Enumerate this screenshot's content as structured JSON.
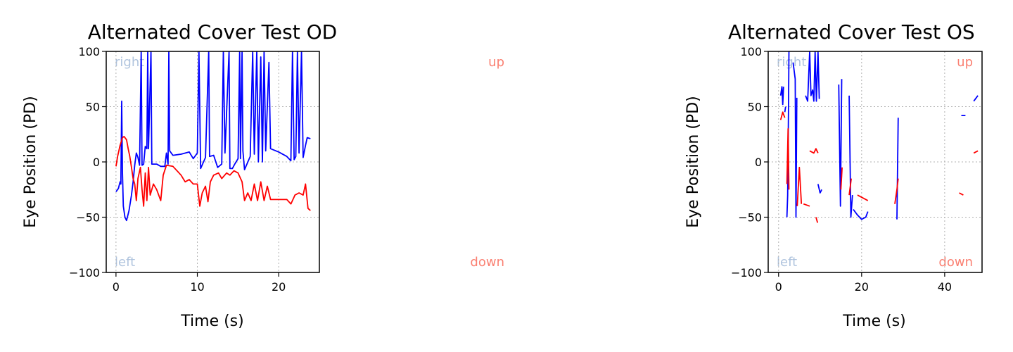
{
  "chart_data": [
    {
      "type": "line",
      "title": "Alternated Cover Test OD",
      "xlabel": "Time (s)",
      "ylabel": "Eye Position (PD)",
      "xlim": [
        -1.2,
        25
      ],
      "ylim": [
        -100,
        100
      ],
      "xticks": [
        0,
        10,
        20
      ],
      "yticks": [
        -100,
        -50,
        0,
        50,
        100
      ],
      "grid": true,
      "corner_labels": {
        "top_left": "right",
        "bottom_left": "left",
        "top_right": "up",
        "bottom_right": "down"
      },
      "corner_colors": {
        "horizontal": "#b0c4de",
        "vertical": "#fa8072"
      },
      "series": [
        {
          "color": "#0000ff",
          "points": [
            [
              0,
              -27
            ],
            [
              0.3,
              -24
            ],
            [
              0.5,
              -18
            ],
            [
              0.6,
              -20
            ],
            [
              0.7,
              55
            ],
            [
              0.8,
              -10
            ],
            [
              0.9,
              -40
            ],
            [
              1.1,
              -50
            ],
            [
              1.3,
              -53
            ],
            [
              1.6,
              -44
            ],
            [
              1.9,
              -30
            ],
            [
              2.1,
              -18
            ],
            [
              2.3,
              -3
            ],
            [
              2.5,
              8
            ],
            [
              2.7,
              4
            ],
            [
              2.9,
              -3
            ],
            [
              3.1,
              100
            ],
            [
              3.2,
              -3
            ],
            [
              3.4,
              -2
            ],
            [
              3.6,
              14
            ],
            [
              3.8,
              12
            ],
            [
              3.9,
              100
            ],
            [
              4.0,
              12
            ],
            [
              4.3,
              100
            ],
            [
              4.4,
              -2
            ],
            [
              5.0,
              -2
            ],
            [
              5.5,
              -4
            ],
            [
              6.0,
              -4
            ],
            [
              6.2,
              8
            ],
            [
              6.4,
              -2
            ],
            [
              6.5,
              100
            ],
            [
              6.6,
              10
            ],
            [
              7.0,
              6
            ],
            [
              8.0,
              7
            ],
            [
              9.0,
              9
            ],
            [
              9.5,
              3
            ],
            [
              10.0,
              8
            ],
            [
              10.2,
              100
            ],
            [
              10.4,
              -6
            ],
            [
              11,
              4
            ],
            [
              11.4,
              100
            ],
            [
              11.5,
              5
            ],
            [
              12,
              6
            ],
            [
              12.5,
              -5
            ],
            [
              13.0,
              -2
            ],
            [
              13.2,
              100
            ],
            [
              13.4,
              8
            ],
            [
              13.9,
              100
            ],
            [
              14.0,
              -6
            ],
            [
              14.3,
              -6
            ],
            [
              14.6,
              -2
            ],
            [
              15,
              3
            ],
            [
              15.2,
              100
            ],
            [
              15.3,
              3
            ],
            [
              15.5,
              100
            ],
            [
              15.6,
              10
            ],
            [
              15.8,
              -7
            ],
            [
              16.5,
              5
            ],
            [
              16.8,
              100
            ],
            [
              17.0,
              7
            ],
            [
              17.3,
              100
            ],
            [
              17.5,
              0
            ],
            [
              17.8,
              95
            ],
            [
              18.0,
              0
            ],
            [
              18.2,
              100
            ],
            [
              18.4,
              10
            ],
            [
              18.8,
              90
            ],
            [
              19.0,
              12
            ],
            [
              20,
              9
            ],
            [
              21,
              5
            ],
            [
              21.5,
              1
            ],
            [
              21.7,
              100
            ],
            [
              21.9,
              2
            ],
            [
              22.1,
              5
            ],
            [
              22.3,
              100
            ],
            [
              22.5,
              8
            ],
            [
              22.8,
              100
            ],
            [
              23.0,
              4
            ],
            [
              23.3,
              15
            ],
            [
              23.5,
              22
            ],
            [
              23.9,
              21
            ]
          ]
        },
        {
          "color": "#ff0000",
          "points": [
            [
              0,
              -4
            ],
            [
              0.2,
              5
            ],
            [
              0.5,
              15
            ],
            [
              0.8,
              22
            ],
            [
              1.0,
              23
            ],
            [
              1.3,
              20
            ],
            [
              1.5,
              12
            ],
            [
              1.7,
              5
            ],
            [
              1.9,
              -5
            ],
            [
              2.1,
              -15
            ],
            [
              2.3,
              -20
            ],
            [
              2.5,
              -35
            ],
            [
              2.7,
              -15
            ],
            [
              3.0,
              -5
            ],
            [
              3.2,
              -25
            ],
            [
              3.4,
              -40
            ],
            [
              3.6,
              -10
            ],
            [
              3.8,
              -35
            ],
            [
              4.0,
              -5
            ],
            [
              4.2,
              -30
            ],
            [
              4.6,
              -20
            ],
            [
              5.0,
              -25
            ],
            [
              5.5,
              -35
            ],
            [
              5.8,
              -12
            ],
            [
              6.2,
              -3
            ],
            [
              7.0,
              -4
            ],
            [
              8.0,
              -12
            ],
            [
              8.5,
              -18
            ],
            [
              9.0,
              -16
            ],
            [
              9.5,
              -20
            ],
            [
              10.0,
              -20
            ],
            [
              10.3,
              -40
            ],
            [
              10.6,
              -28
            ],
            [
              11.0,
              -22
            ],
            [
              11.3,
              -36
            ],
            [
              11.6,
              -18
            ],
            [
              12.0,
              -12
            ],
            [
              12.6,
              -10
            ],
            [
              13.0,
              -15
            ],
            [
              13.6,
              -10
            ],
            [
              14.0,
              -12
            ],
            [
              14.5,
              -8
            ],
            [
              15.0,
              -10
            ],
            [
              15.5,
              -18
            ],
            [
              15.8,
              -35
            ],
            [
              16.2,
              -28
            ],
            [
              16.6,
              -35
            ],
            [
              17.0,
              -20
            ],
            [
              17.4,
              -35
            ],
            [
              17.8,
              -18
            ],
            [
              18.2,
              -35
            ],
            [
              18.6,
              -22
            ],
            [
              19.0,
              -34
            ],
            [
              20.0,
              -34
            ],
            [
              21.0,
              -34
            ],
            [
              21.5,
              -38
            ],
            [
              22.0,
              -30
            ],
            [
              22.5,
              -28
            ],
            [
              23.0,
              -30
            ],
            [
              23.3,
              -20
            ],
            [
              23.6,
              -42
            ],
            [
              23.9,
              -44
            ]
          ]
        }
      ]
    },
    {
      "type": "line",
      "title": "Alternated Cover Test OS",
      "xlabel": "Time (s)",
      "ylabel": "Eye Position (PD)",
      "xlim": [
        -2.5,
        49
      ],
      "ylim": [
        -100,
        100
      ],
      "xticks": [
        0,
        20,
        40
      ],
      "yticks": [
        -100,
        -50,
        0,
        50,
        100
      ],
      "grid": true,
      "corner_labels": {
        "top_left": "right",
        "bottom_left": "left",
        "top_right": "up",
        "bottom_right": "down"
      },
      "corner_colors": {
        "horizontal": "#b0c4de",
        "vertical": "#fa8072"
      },
      "series": [
        {
          "color": "#0000ff",
          "segments": [
            [
              [
                0.5,
                60
              ],
              [
                0.8,
                68
              ],
              [
                1.0,
                52
              ],
              [
                1.2,
                68
              ]
            ],
            [
              [
                1.5,
                45
              ],
              [
                1.7,
                50
              ]
            ],
            [
              [
                2.0,
                -50
              ],
              [
                2.2,
                -30
              ],
              [
                2.4,
                50
              ],
              [
                2.5,
                100
              ]
            ],
            [
              [
                3.5,
                90
              ],
              [
                4.0,
                75
              ],
              [
                4.2,
                -50
              ],
              [
                4.4,
                58
              ]
            ],
            [
              [
                6.5,
                60
              ],
              [
                7.0,
                55
              ],
              [
                7.5,
                100
              ],
              [
                7.8,
                60
              ],
              [
                8.2,
                65
              ],
              [
                8.5,
                55
              ],
              [
                8.8,
                100
              ],
              [
                9.1,
                55
              ],
              [
                9.5,
                100
              ],
              [
                9.8,
                57
              ]
            ],
            [
              [
                9.5,
                -20
              ],
              [
                10.0,
                -28
              ],
              [
                10.4,
                -25
              ]
            ],
            [
              [
                14.5,
                70
              ],
              [
                14.9,
                -40
              ],
              [
                15.2,
                75
              ]
            ],
            [
              [
                17.0,
                60
              ],
              [
                17.4,
                -50
              ],
              [
                17.8,
                -30
              ]
            ],
            [
              [
                18.0,
                -43
              ],
              [
                19.0,
                -48
              ],
              [
                20.0,
                -52
              ],
              [
                21.0,
                -50
              ],
              [
                21.5,
                -45
              ]
            ],
            [
              [
                28.5,
                -52
              ],
              [
                28.8,
                40
              ]
            ],
            [
              [
                44,
                42
              ],
              [
                45,
                42
              ]
            ],
            [
              [
                47,
                55
              ],
              [
                48,
                60
              ]
            ]
          ]
        },
        {
          "color": "#ff0000",
          "segments": [
            [
              [
                0.5,
                38
              ],
              [
                1.0,
                45
              ],
              [
                1.5,
                40
              ]
            ],
            [
              [
                2.0,
                -20
              ],
              [
                2.3,
                30
              ],
              [
                2.5,
                -25
              ]
            ],
            [
              [
                4.5,
                -40
              ],
              [
                5.0,
                -5
              ],
              [
                5.5,
                -38
              ]
            ],
            [
              [
                6.0,
                -38
              ],
              [
                7.5,
                -40
              ]
            ],
            [
              [
                7.5,
                10
              ],
              [
                8.5,
                8
              ],
              [
                9.0,
                12
              ],
              [
                9.5,
                8
              ]
            ],
            [
              [
                9.0,
                -50
              ],
              [
                9.4,
                -55
              ]
            ],
            [
              [
                15.0,
                -25
              ],
              [
                15.3,
                -5
              ]
            ],
            [
              [
                17.0,
                -30
              ],
              [
                17.5,
                -15
              ]
            ],
            [
              [
                19.0,
                -30
              ],
              [
                21.5,
                -35
              ]
            ],
            [
              [
                28.0,
                -38
              ],
              [
                28.5,
                -25
              ],
              [
                28.8,
                -15
              ]
            ],
            [
              [
                43.5,
                -28
              ],
              [
                44.5,
                -30
              ]
            ],
            [
              [
                47,
                8
              ],
              [
                48,
                10
              ]
            ]
          ]
        }
      ]
    }
  ]
}
